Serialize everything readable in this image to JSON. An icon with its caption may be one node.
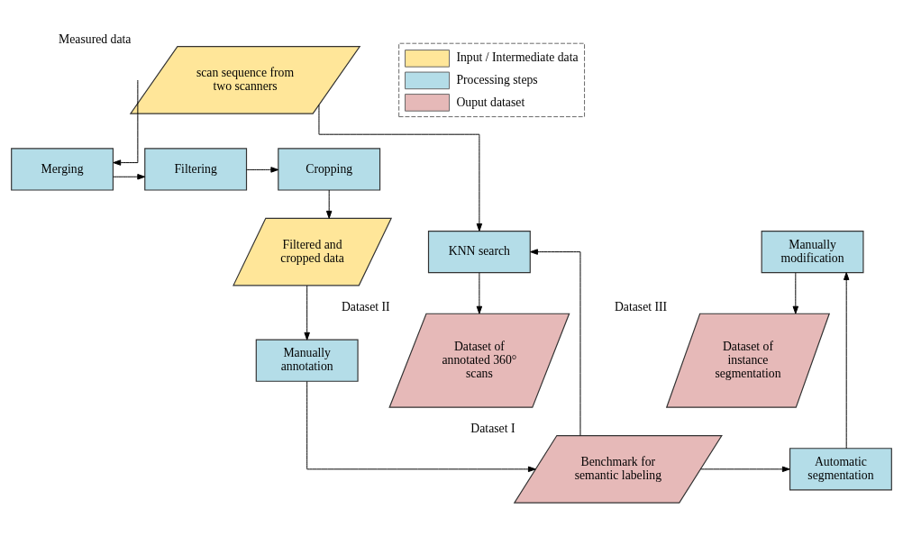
{
  "diagram": {
    "nodes": [
      {
        "text": [
          "scan sequence from two scanners"
        ],
        "beside": [
          "Measured data"
        ]
      },
      {
        "text": [
          "Merging"
        ]
      },
      {
        "text": [
          "Filtering"
        ]
      },
      {
        "text": [
          "Cropping"
        ]
      },
      {
        "text": [
          "Filtered and cropped data"
        ]
      },
      {
        "text": [
          "Manually annotation"
        ]
      },
      {
        "text": [
          "Benchmark for semantic labeling"
        ],
        "beside": [
          "Dataset I"
        ]
      },
      {
        "text": [
          "Automatic segmentation"
        ]
      },
      {
        "text": [
          "Manually modification"
        ]
      },
      {
        "text": [
          "Dataset of instance segmentation"
        ],
        "beside": [
          "Dataset III"
        ]
      },
      {
        "text": [
          "KNN search"
        ]
      },
      {
        "text": [
          "Dataset of annotated 360° scans"
        ],
        "beside": [
          "Dataset II"
        ]
      }
    ],
    "edges": [
      {
        "from": 0,
        "to": 1,
        "arrow": "to"
      },
      {
        "from": 0,
        "to": 10,
        "arrow": "to"
      },
      {
        "from": 1,
        "to": 2,
        "arrow": "to"
      },
      {
        "from": 2,
        "to": 3,
        "arrow": "to"
      },
      {
        "from": 3,
        "to": 4,
        "arrow": "to"
      },
      {
        "from": 4,
        "to": 5,
        "arrow": "to"
      },
      {
        "from": 5,
        "to": 6,
        "arrow": "to"
      },
      {
        "from": 6,
        "to": 7,
        "arrow": "to"
      },
      {
        "from": 6,
        "to": 10,
        "arrow": "to"
      },
      {
        "from": 7,
        "to": 8,
        "arrow": "to"
      },
      {
        "from": 8,
        "to": 9,
        "arrow": "to"
      },
      {
        "from": 10,
        "to": 11,
        "arrow": "to"
      }
    ],
    "legend": [
      {
        "text": "Input / Intermediate data",
        "color": "#ffe699"
      },
      {
        "text": "Processing steps",
        "color": "#b4dde8"
      },
      {
        "text": "Ouput dataset",
        "color": "#e6b9b8"
      }
    ]
  }
}
